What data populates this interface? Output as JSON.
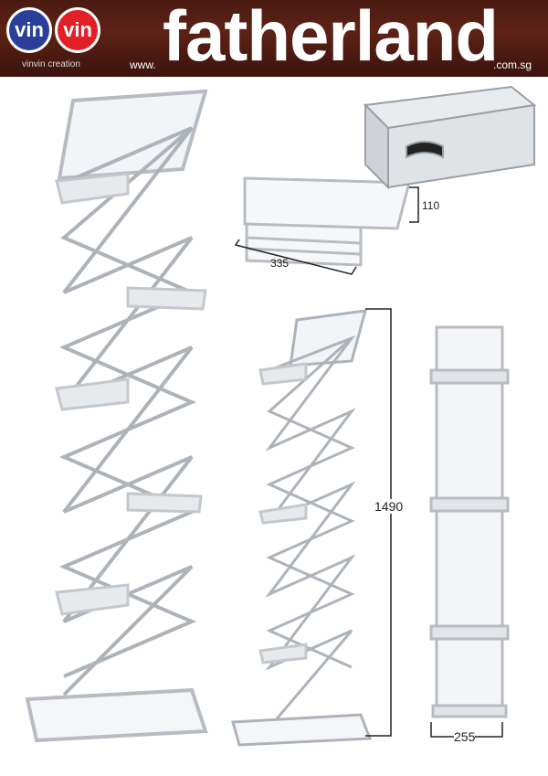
{
  "header": {
    "logo_left": "vin",
    "logo_right": "vin",
    "tagline": "vinvin creation",
    "prefix": "www.",
    "brand": "fatherland",
    "suffix": ".com.sg"
  },
  "dimensions": {
    "folded_height": "110",
    "folded_width": "335",
    "stand_height": "1490",
    "stand_width": "255"
  },
  "colors": {
    "header": "#4a1a12",
    "logo_blue": "#2a3f9a",
    "logo_red": "#e21e26",
    "frame": "#b8bcc2"
  }
}
